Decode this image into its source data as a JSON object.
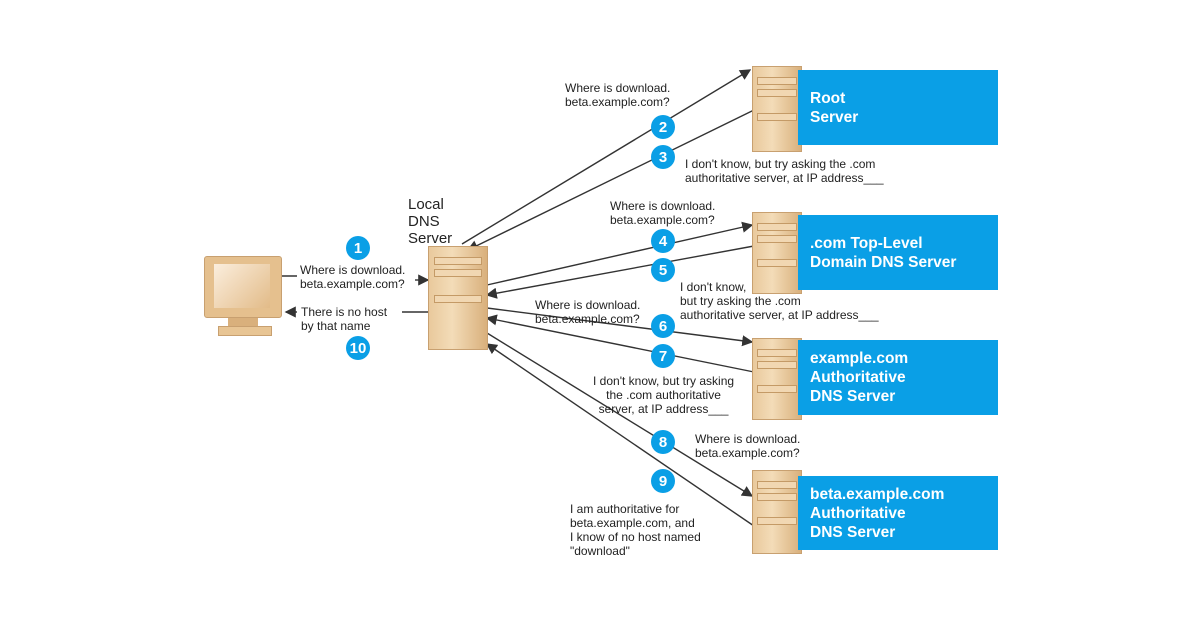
{
  "colors": {
    "accent": "#0a9fe6",
    "line": "#333333",
    "hardware": "#e9c99c"
  },
  "local_server": {
    "title_lines": [
      "Local",
      "DNS",
      "Server"
    ]
  },
  "servers": [
    {
      "name_lines": [
        "Root",
        "Server"
      ]
    },
    {
      "name_lines": [
        ".com Top-Level",
        "Domain DNS Server"
      ]
    },
    {
      "name_lines": [
        "example.com",
        "Authoritative",
        "DNS Server"
      ]
    },
    {
      "name_lines": [
        "beta.example.com",
        "Authoritative",
        "DNS Server"
      ]
    }
  ],
  "steps": [
    {
      "num": "1",
      "text": [
        "Where is download.",
        "beta.example.com?"
      ]
    },
    {
      "num": "2",
      "text": [
        "Where is download.",
        "beta.example.com?"
      ]
    },
    {
      "num": "3",
      "text": [
        "I don't know, but try asking the .com",
        "authoritative server, at IP address___"
      ]
    },
    {
      "num": "4",
      "text": [
        "Where is download.",
        "beta.example.com?"
      ]
    },
    {
      "num": "5",
      "text": [
        "I don't know,",
        "but try asking the .com",
        "authoritative server, at IP address___"
      ]
    },
    {
      "num": "6",
      "text": [
        "Where is download.",
        "beta.example.com?"
      ]
    },
    {
      "num": "7",
      "text": [
        "I don't know, but try asking",
        "the .com authoritative",
        "server, at IP address___"
      ]
    },
    {
      "num": "8",
      "text": [
        "Where is download.",
        "beta.example.com?"
      ]
    },
    {
      "num": "9",
      "text": [
        "I am authoritative for",
        "beta.example.com, and",
        "I know of no host named",
        "\"download\""
      ]
    },
    {
      "num": "10",
      "text": [
        "There is no host",
        "by that name"
      ]
    }
  ]
}
